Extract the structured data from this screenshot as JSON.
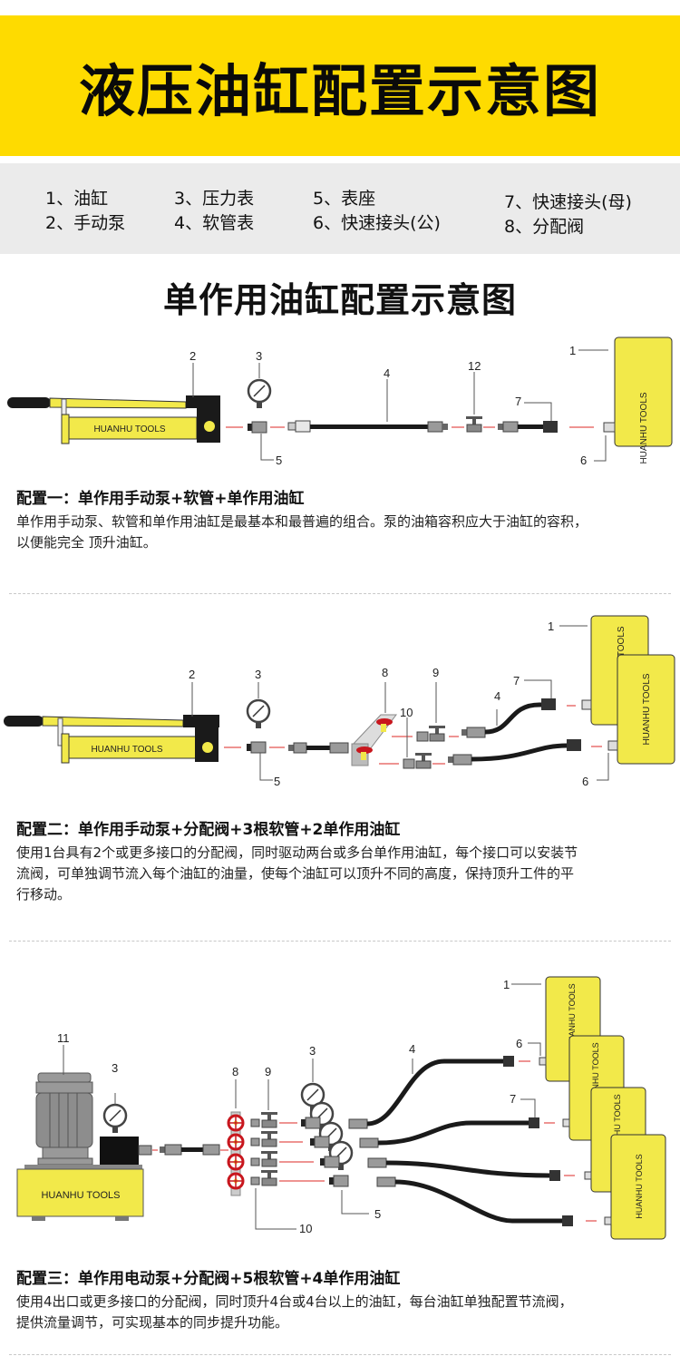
{
  "header": {
    "title": "液压油缸配置示意图"
  },
  "legend": {
    "columns": [
      [
        "1、油缸",
        "2、手动泵"
      ],
      [
        "3、压力表",
        "4、软管表"
      ],
      [
        "5、表座",
        "6、快速接头(公)"
      ],
      [
        "7、快速接头(母)",
        "8、分配阀"
      ]
    ]
  },
  "section_title": "单作用油缸配置示意图",
  "brand": "HUANHU TOOLS",
  "colors": {
    "banner": "#fedb00",
    "legend_bg": "#ebebeb",
    "device_yellow": "#f2e94a",
    "hose": "#1a1a1a",
    "dash_red": "#e9706f",
    "valve_red": "#c8171e"
  },
  "diagram1": {
    "labels": [
      "1",
      "2",
      "3",
      "4",
      "5",
      "6",
      "7",
      "12"
    ]
  },
  "diagram2": {
    "labels": [
      "1",
      "2",
      "3",
      "4",
      "5",
      "6",
      "7",
      "8",
      "9",
      "10"
    ]
  },
  "diagram3": {
    "labels": [
      "1",
      "3",
      "3",
      "4",
      "5",
      "6",
      "7",
      "8",
      "9",
      "10",
      "11"
    ]
  },
  "configs": [
    {
      "title": "配置一：单作用手动泵+软管+单作用油缸",
      "lines": [
        "单作用手动泵、软管和单作用油缸是最基本和最普遍的组合。泵的油箱容积应大于油缸的容积，",
        "以便能完全 顶升油缸。"
      ]
    },
    {
      "title": "配置二：单作用手动泵+分配阀+3根软管+2单作用油缸",
      "lines": [
        "使用1台具有2个或更多接口的分配阀，同时驱动两台或多台单作用油缸，每个接口可以安装节",
        "流阀，可单独调节流入每个油缸的油量，使每个油缸可以顶升不同的高度，保持顶升工件的平",
        "行移动。"
      ]
    },
    {
      "title": "配置三：单作用电动泵+分配阀+5根软管+4单作用油缸",
      "lines": [
        "使用4出口或更多接口的分配阀，同时顶升4台或4台以上的油缸，每台油缸单独配置节流阀，",
        "提供流量调节，可实现基本的同步提升功能。"
      ]
    }
  ]
}
